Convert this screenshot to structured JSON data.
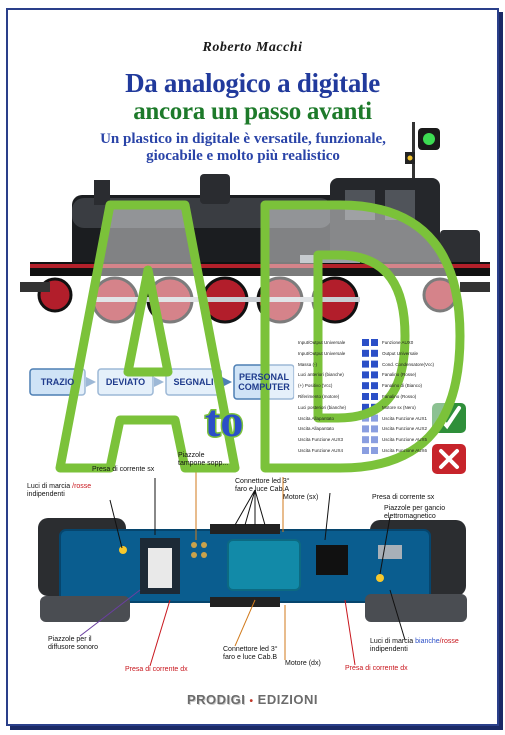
{
  "cover": {
    "author": "Roberto Macchi",
    "title_line1": "Da analogico a digitale",
    "title_line2": "ancora un passo avanti",
    "subtitle_line1": "Un plastico in digitale è versatile, funzionale,",
    "subtitle_line2": "giocabile e molto più realistico",
    "logo_letters": "AD",
    "logo_to": "to",
    "publisher_part1": "PRODIGI",
    "publisher_sep": "•",
    "publisher_part2": "EDIZIONI"
  },
  "flow": [
    "TRAZIO",
    "DEVIATO",
    "SEGNALI",
    "PERSONAL COMPUTER"
  ],
  "decoder_table": [
    [
      "Input/Output Universale",
      "Funzione AUX0"
    ],
    [
      "Input/Output Universale",
      "Output Universale"
    ],
    [
      "Massa (-)",
      "Cond. Condensatore(Vcc)"
    ],
    [
      "Luci anteriori (bianche)",
      "Fanalino (Rosse)"
    ],
    [
      "(+) Positivo (Vcc)",
      "Fanalino di (Bianco)"
    ],
    [
      "Riferimento (motore)",
      "Fanalino (Rosso)"
    ],
    [
      "Luci posteriori (bianche)",
      "Motore sx (Nero)"
    ],
    [
      "Uscita Allapantato",
      "Uscita Funzione AUX1"
    ],
    [
      "Uscita Allapantato",
      "Uscita Funzione AUX2"
    ],
    [
      "Uscita Funzione AUX3",
      "Uscita Funzione AUX5"
    ],
    [
      "Uscita Funzione AUX4",
      "Uscita Funzione AUX6"
    ]
  ],
  "pcb_labels": {
    "presa_corrente_sx_top": "Presa di corrente sx",
    "luci_marcia_left_1": "Luci di marcia",
    "luci_marcia_left_red": "/rosse",
    "luci_marcia_left_2": "indipendenti",
    "piazzole_tampone_1": "Piazzole",
    "piazzole_tampone_2": "tampone sopp...",
    "connettore_led_top_1": "Connettore led 3°",
    "connettore_led_top_2": "faro e luce Cab.A",
    "motore_sx": "Motore (sx)",
    "presa_corrente_sx_right": "Presa di corrente sx",
    "piazzole_gancio_1": "Piazzole per gancio",
    "piazzole_gancio_2": "elettromagnetico",
    "piazzole_diffusore_1": "Piazzole per il",
    "piazzole_diffusore_2": "diffusore sonoro",
    "presa_corrente_dx_left": "Presa di corrente dx",
    "connettore_led_bottom_1": "Connettore led 3°",
    "connettore_led_bottom_2": "faro e luce Cab.B",
    "motore_dx": "Motore (dx)",
    "presa_corrente_dx_right": "Presa di corrente dx",
    "luci_marcia_right_1": "Luci di marcia",
    "luci_marcia_right_blue": "bianche",
    "luci_marcia_right_red": "/rosse",
    "luci_marcia_right_2": "indipendenti"
  },
  "colors": {
    "title_blue": "#213a9c",
    "title_green": "#1d7a2a",
    "logo_green": "#7bc23a",
    "logo_blue": "#2b4fc7",
    "pcb_blue": "#0a5d8f",
    "label_red": "#c8161d"
  },
  "icons": [
    "green-check-icon",
    "red-cross-icon",
    "signal-light-icon"
  ]
}
